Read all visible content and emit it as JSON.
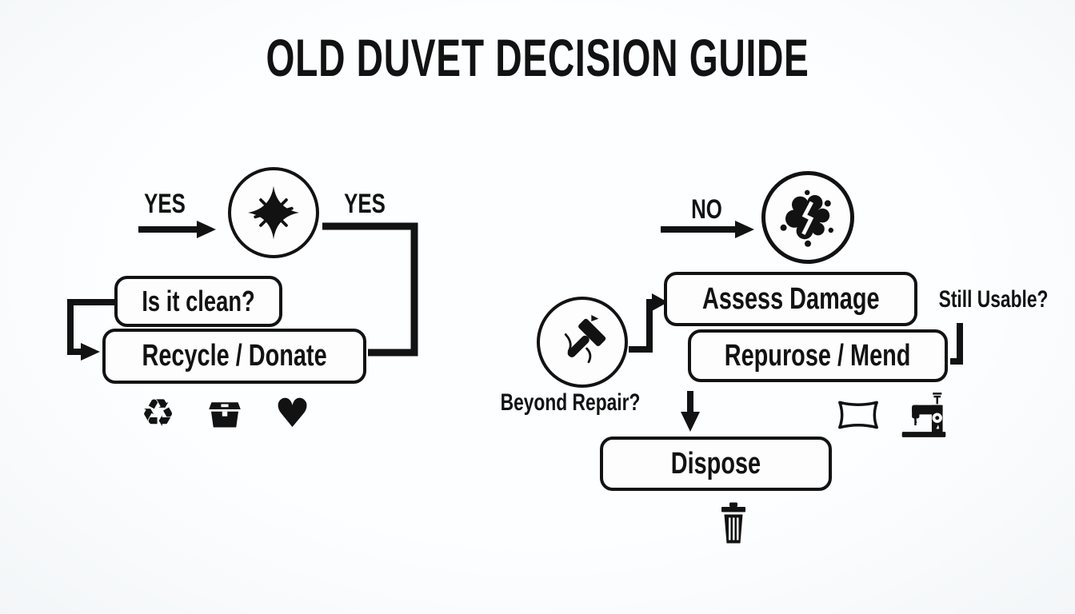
{
  "title": "OLD DUVET DECISION GUIDE",
  "left_flow": {
    "yes_in_label": "YES",
    "yes_out_label": "YES",
    "question_box": "Is it clean?",
    "action_box": "Recycle / Donate",
    "circle_icon": "sparkle-clean",
    "outcome_icons": [
      "recycle",
      "donation-box",
      "heart"
    ],
    "recycle_glyph": "♻",
    "heart_glyph": "♥"
  },
  "right_flow": {
    "no_label": "NO",
    "circle_icon": "stain-dirty",
    "assess_box": "Assess Damage",
    "still_usable_label": "Still Usable?",
    "repurpose_box": "Repurose / Mend",
    "beyond_repair_label": "Beyond Repair?",
    "beyond_repair_icon": "hammer",
    "dispose_box": "Dispose",
    "outcome_icons": [
      "pillow",
      "sewing-machine",
      "trash"
    ]
  },
  "colors": {
    "ink": "#121212",
    "background": "#fafcfd",
    "node_fill": "#fdfdfe"
  }
}
